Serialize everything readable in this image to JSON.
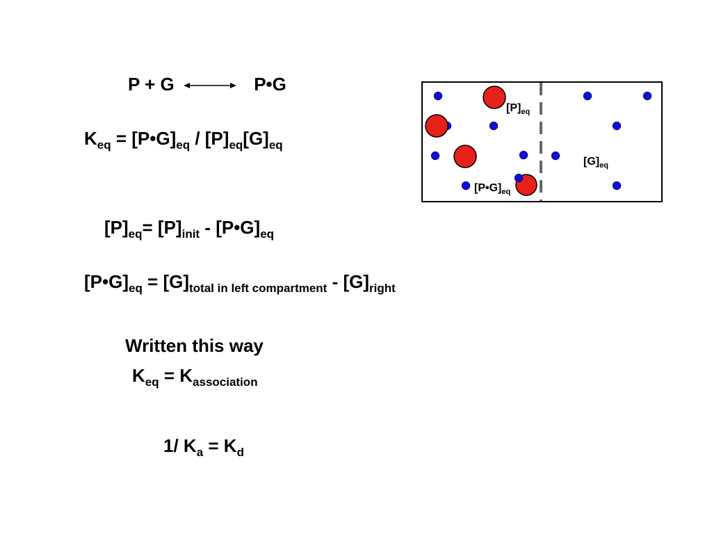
{
  "reaction": {
    "left": "P + G",
    "right": "P•G",
    "arrow_icon": "double-headed-arrow-icon"
  },
  "keq": {
    "main": "K",
    "main_sub": "eq",
    "op": " = ",
    "pg": "[P•G]",
    "pg_sub": "eq",
    "div": " / ",
    "p": "[P]",
    "p_sub": "eq",
    "g": "[G]",
    "g_sub": "eq"
  },
  "p_eq": {
    "p": "[P]",
    "p_sub": "eq",
    "eq": "= [P]",
    "init_sub": "init",
    "minus": " - [P•G]",
    "pg_sub": "eq"
  },
  "pg_eq": {
    "pg": "[P•G]",
    "pg_sub": "eq",
    "eq": " = [G]",
    "total_sub": "total in left compartment",
    "minus": " - [G]",
    "right_sub": "right"
  },
  "written": {
    "line1": "Written this way",
    "k": "K",
    "k_sub": "eq",
    "eq": " = K",
    "assoc_sub": "association"
  },
  "inverse": {
    "prefix": "1/ K",
    "a_sub": "a",
    "eq": " = K",
    "d_sub": "d"
  },
  "diagram": {
    "label_p": "[P]",
    "label_p_sub": "eq",
    "label_g": "[G]",
    "label_g_sub": "eq",
    "label_pg": "[P•G]",
    "label_pg_sub": "eq",
    "protein_color": "#e8201a",
    "ligand_color": "#1010c8",
    "divider_color": "#666666"
  }
}
